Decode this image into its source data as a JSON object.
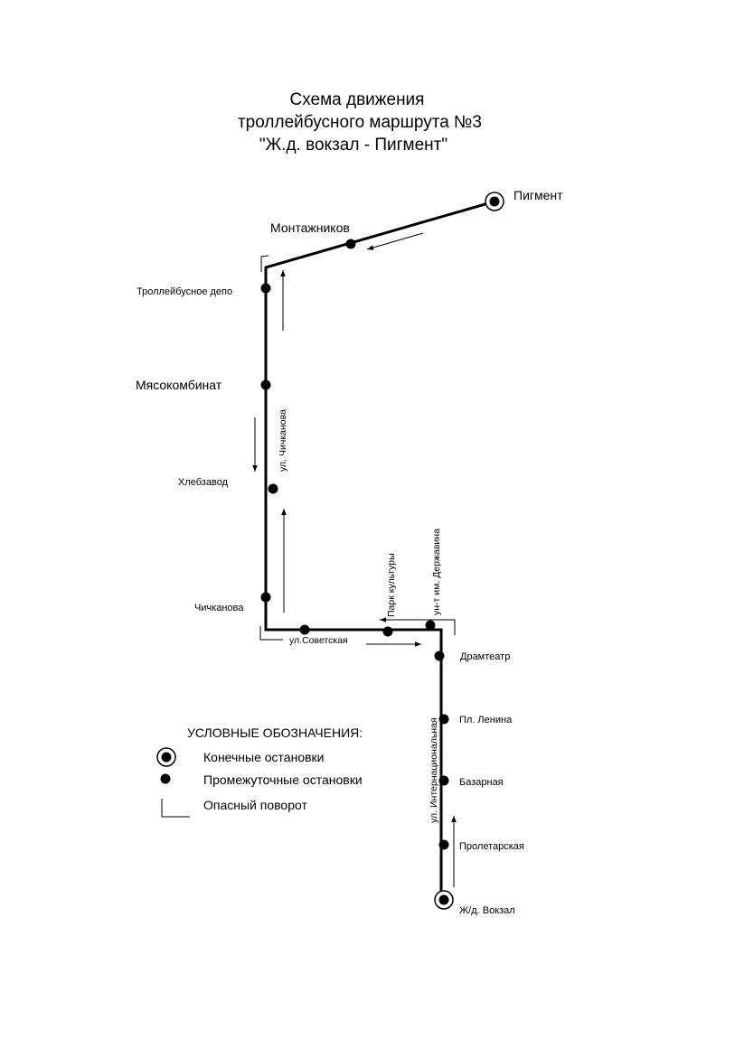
{
  "title": {
    "line1": "Схема движения",
    "line2": "троллейбусного маршрута №3",
    "line3": "\"Ж.д. вокзал - Пигмент\""
  },
  "stops": {
    "pigment": "Пигмент",
    "montazhnikov": "Монтажников",
    "depot": "Троллейбусное  депо",
    "myasokombinat": "Мясокомбинат",
    "khlebzavod": "Хлебзавод",
    "chichkanova": "Чичканова",
    "dramteatr": "Драмтеатр",
    "pl_lenina": "Пл. Ленина",
    "bazarnaya": "Базарная",
    "proletarskaya": "Пролетарская",
    "vokzal": "Ж/д. Вокзал"
  },
  "streets": {
    "chichkanova": "ул. Чичканова",
    "sovetskaya": "ул.Советская",
    "park": "Парк культуры",
    "derzhavina": "ун-т им. Державина",
    "internatsionalnaya": "ул. Интернациональная"
  },
  "legend": {
    "heading": "УСЛОВНЫЕ ОБОЗНАЧЕНИЯ:",
    "terminal": "Конечные остановки",
    "intermediate": "Промежуточные остановки",
    "danger": "Опасный поворот"
  },
  "colors": {
    "ink": "#000000",
    "background": "#ffffff"
  }
}
